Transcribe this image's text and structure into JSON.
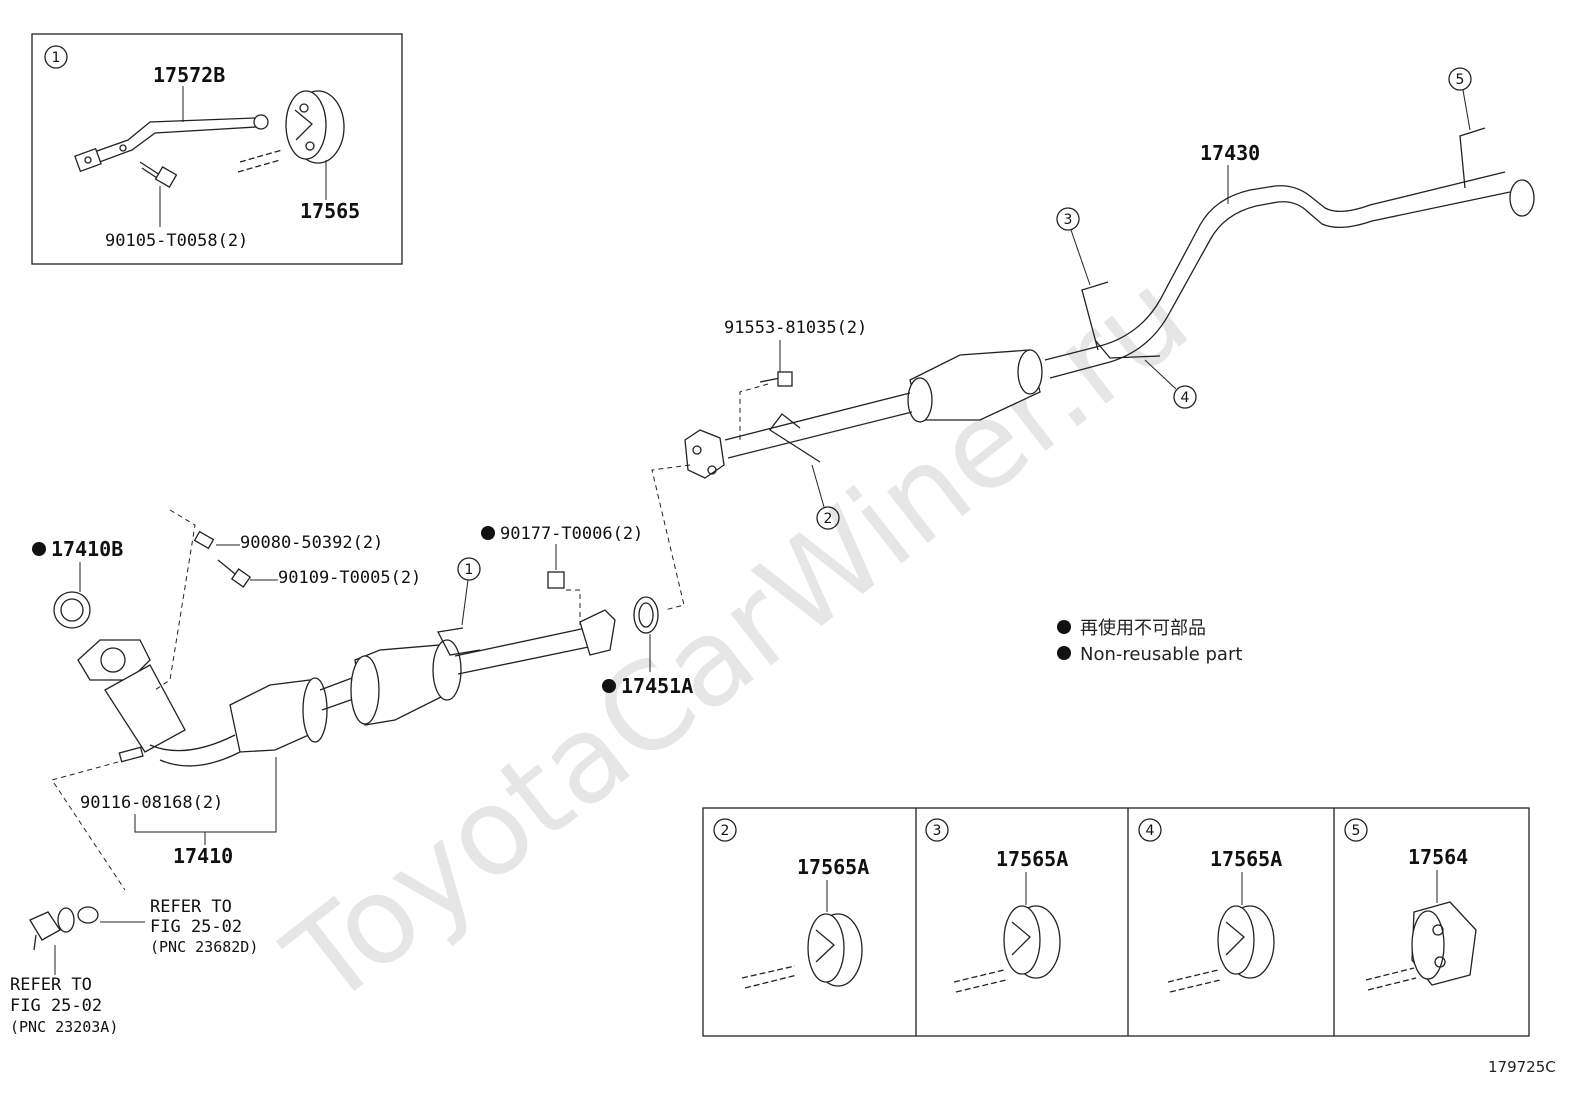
{
  "watermark": "ToyotaCarWiner.ru",
  "figure_id": "179725C",
  "legend": {
    "ja": "再使用不可部品",
    "en": "Non-reusable part"
  },
  "inset_1": {
    "marker": "1",
    "part_a": "17572B",
    "part_b": "17565",
    "part_c": "90105-T0058(2)"
  },
  "parts": {
    "p17430": "17430",
    "p91553": "91553-81035(2)",
    "p17410B": "17410B",
    "p90080": "90080-50392(2)",
    "p90109": "90109-T0005(2)",
    "p90177": "90177-T0006(2)",
    "p17451A": "17451A",
    "p90116": "90116-08168(2)",
    "p17410": "17410"
  },
  "markers": {
    "m1": "1",
    "m2": "2",
    "m3": "3",
    "m4": "4",
    "m5": "5"
  },
  "refer_1": {
    "line1": "REFER TO",
    "line2": "FIG 25-02",
    "line3": "(PNC 23682D)"
  },
  "refer_2": {
    "line1": "REFER TO",
    "line2": "FIG 25-02",
    "line3": "(PNC 23203A)"
  },
  "panels": [
    {
      "marker": "2",
      "part": "17565A"
    },
    {
      "marker": "3",
      "part": "17565A"
    },
    {
      "marker": "4",
      "part": "17565A"
    },
    {
      "marker": "5",
      "part": "17564"
    }
  ]
}
